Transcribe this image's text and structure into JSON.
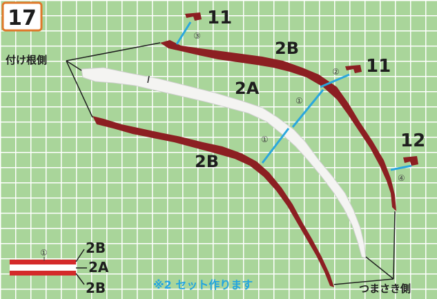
{
  "step_number": "17",
  "labels": {
    "part_11_top": "11",
    "part_11_right": "11",
    "part_12": "12",
    "part_2b_top": "2B",
    "part_2a": "2A",
    "part_2b_bottom": "2B",
    "root_side": "付け根側",
    "tip_side": "つまさき側"
  },
  "markers": {
    "m3": "③",
    "m2": "②",
    "m1_upper": "①",
    "m1_lower": "①",
    "m4": "④",
    "m1_legend": "①"
  },
  "legend": {
    "top": "2B",
    "middle": "2A",
    "bottom": "2B"
  },
  "note": "※2 セット作ります",
  "colors": {
    "mat_green": "#a9d59a",
    "grid_line": "#ffffff",
    "part_red": "#8c1f22",
    "part_white": "#f4f4f2",
    "guide_blue": "#2aa7dd",
    "step_badge_bg": "#ffffff",
    "step_badge_border": "#e0782a"
  }
}
